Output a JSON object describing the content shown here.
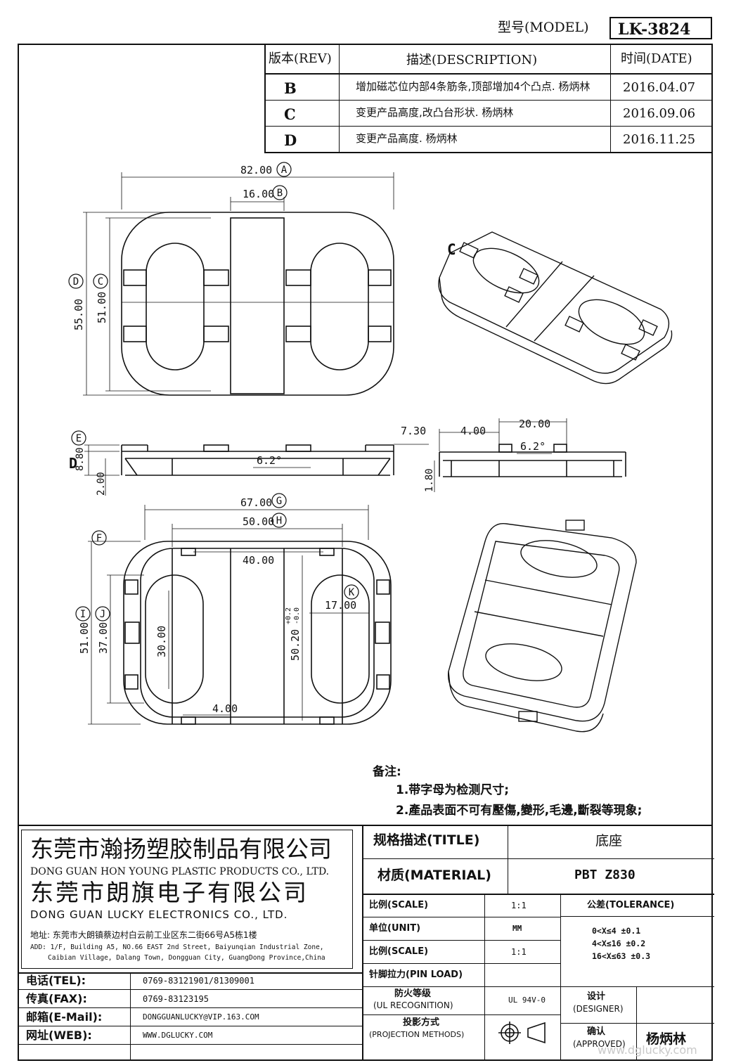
{
  "header": {
    "model_label": "型号(MODEL)",
    "model_value": "LK-3824"
  },
  "revisions": {
    "col_rev": "版本(REV)",
    "col_desc": "描述(DESCRIPTION)",
    "col_date": "时间(DATE)",
    "rows": [
      {
        "rev": "B",
        "desc": "增加磁芯位内部4条筋条,顶部增加4个凸点. 杨炳林",
        "date": "2016.04.07"
      },
      {
        "rev": "C",
        "desc": "变更产品高度,改凸台形状. 杨炳林",
        "date": "2016.09.06"
      },
      {
        "rev": "D",
        "desc": "变更产品高度. 杨炳林",
        "date": "2016.11.25"
      }
    ]
  },
  "dims": {
    "top_w": "82.00",
    "top_A": "A",
    "top_slot": "16.00",
    "top_B": "B",
    "top_h": "55.00",
    "top_D": "D",
    "top_h2": "51.00",
    "top_C": "C",
    "side_h": "8.80",
    "side_E": "E",
    "side_D": "D",
    "side_base": "2.00",
    "side_ang": "6.2°",
    "side_73": "7.30",
    "end_4": "4.00",
    "end_20": "20.00",
    "end_ang": "6.2°",
    "end_18": "1.80",
    "bot_67": "67.00",
    "bot_G": "G",
    "bot_50": "50.00",
    "bot_H": "H",
    "bot_F": "F",
    "bot_40": "40.00",
    "bot_51": "51.00",
    "bot_I": "I",
    "bot_37": "37.00",
    "bot_J": "J",
    "bot_30": "30.00",
    "bot_4": "4.00",
    "bot_502": "50.20",
    "bot_tol_up": "+0.2",
    "bot_tol_dn": "-0.0",
    "bot_17": "17.00",
    "bot_K": "K",
    "iso_C": "C"
  },
  "notes": {
    "title": "备注:",
    "items": [
      "1.带字母为检测尺寸;",
      "2.產品表面不可有壓傷,變形,毛邊,斷裂等現象;"
    ]
  },
  "company": {
    "cn1": "东莞市瀚扬塑胶制品有限公司",
    "en1": "DONG GUAN HON YOUNG PLASTIC PRODUCTS CO., LTD.",
    "cn2": "东莞市朗旗电子有限公司",
    "en2": "DONG GUAN LUCKY ELECTRONICS CO., LTD.",
    "addr_cn": "地址: 东莞市大朗镇蔡边村白云前工业区东二街66号A5栋1楼",
    "addr_en1": "ADD: 1/F, Building A5, NO.66 EAST 2nd Street, Baiyunqian Industrial Zone,",
    "addr_en2": "Caibian Village, Dalang Town, Dongguan City, GuangDong Province,China"
  },
  "contact": [
    {
      "label": "电话(TEL):",
      "value": "0769-83121901/81309001"
    },
    {
      "label": "传真(FAX):",
      "value": "0769-83123195"
    },
    {
      "label": "邮箱(E-Mail):",
      "value": "DONGGUANLUCKY@VIP.163.COM"
    },
    {
      "label": "网址(WEB):",
      "value": "WWW.DGLUCKY.COM"
    }
  ],
  "titleblock": {
    "title_label": "规格描述(TITLE)",
    "title_value": "底座",
    "material_label": "材质(MATERIAL)",
    "material_value": "PBT Z830",
    "scale_label": "比例(SCALE)",
    "scale_value": "1:1",
    "tol_label": "公差(TOLERANCE)",
    "unit_label": "单位(UNIT)",
    "unit_value": "MM",
    "scale2_label": "比例(SCALE)",
    "scale2_value": "1:1",
    "tol_lines": [
      "0<X≤4    ±0.1",
      "4<X≤16   ±0.2",
      "16<X≤63  ±0.3"
    ],
    "pin_label": "针脚拉力(PIN LOAD)",
    "fire_label1": "防火等级",
    "fire_label2": "(UL RECOGNITION)",
    "fire_value": "UL 94V-0",
    "proj_label1": "投影方式",
    "proj_label2": "(PROJECTION METHODS)",
    "designer_label1": "设计",
    "designer_label2": "(DESIGNER)",
    "approved_label1": "确认",
    "approved_label2": "(APPROVED)",
    "approved_value": "杨炳林"
  },
  "watermark": "www.dglucky.com"
}
